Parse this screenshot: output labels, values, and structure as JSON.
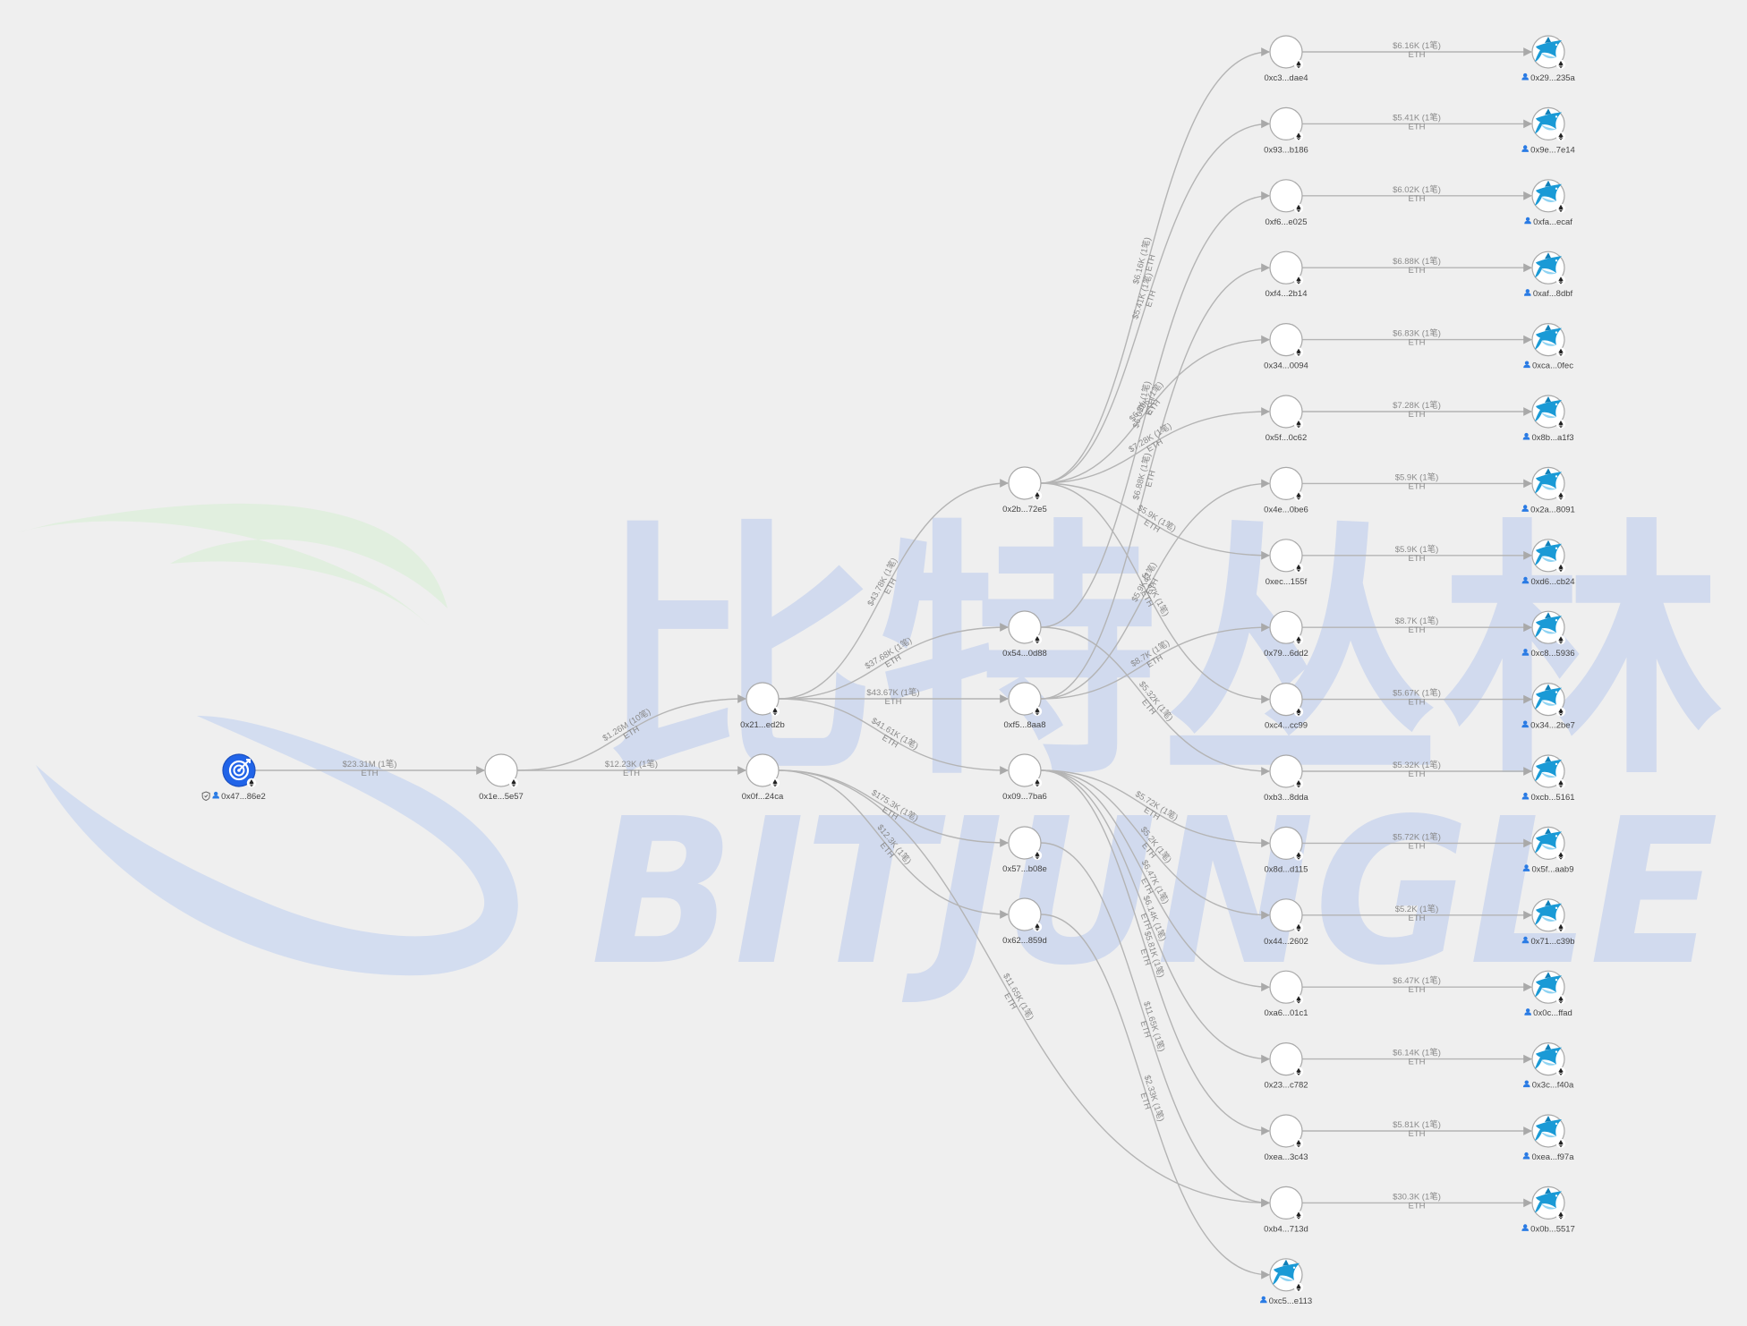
{
  "watermark": {
    "line1": "比特丛林",
    "line2": "BITJUNGLE"
  },
  "colors": {
    "edge": "#b4b4b4",
    "source": "#2164e8",
    "tag": "#2a7be4",
    "shark": "#1a9ad6",
    "watermark": "#c7d3ee"
  },
  "legend_note": "1笔 = 1 transaction",
  "nodes": [
    {
      "id": "src",
      "label": "0x47...86e2",
      "kind": "source",
      "tagged": true,
      "shield": true
    },
    {
      "id": "n1e",
      "label": "0x1e...5e57",
      "kind": "plain"
    },
    {
      "id": "n21",
      "label": "0x21...ed2b",
      "kind": "plain"
    },
    {
      "id": "n0f",
      "label": "0x0f...24ca",
      "kind": "plain"
    },
    {
      "id": "n2b",
      "label": "0x2b...72e5",
      "kind": "plain"
    },
    {
      "id": "n54",
      "label": "0x54...0d88",
      "kind": "plain"
    },
    {
      "id": "nf5",
      "label": "0xf5...8aa8",
      "kind": "plain"
    },
    {
      "id": "n09",
      "label": "0x09...7ba6",
      "kind": "plain"
    },
    {
      "id": "n57",
      "label": "0x57...b08e",
      "kind": "plain"
    },
    {
      "id": "n62",
      "label": "0x62...859d",
      "kind": "plain"
    },
    {
      "id": "c0",
      "label": "0xc3...dae4",
      "kind": "plain"
    },
    {
      "id": "c1",
      "label": "0x93...b186",
      "kind": "plain"
    },
    {
      "id": "c2",
      "label": "0xf6...e025",
      "kind": "plain"
    },
    {
      "id": "c3",
      "label": "0xf4...2b14",
      "kind": "plain"
    },
    {
      "id": "c4",
      "label": "0x34...0094",
      "kind": "plain"
    },
    {
      "id": "c5",
      "label": "0x5f...0c62",
      "kind": "plain"
    },
    {
      "id": "c6",
      "label": "0x4e...0be6",
      "kind": "plain"
    },
    {
      "id": "c7",
      "label": "0xec...155f",
      "kind": "plain"
    },
    {
      "id": "c8",
      "label": "0x79...6dd2",
      "kind": "plain"
    },
    {
      "id": "c9",
      "label": "0xc4...cc99",
      "kind": "plain"
    },
    {
      "id": "c10",
      "label": "0xb3...8dda",
      "kind": "plain"
    },
    {
      "id": "c11",
      "label": "0x8d...d115",
      "kind": "plain"
    },
    {
      "id": "c12",
      "label": "0x44...2602",
      "kind": "plain"
    },
    {
      "id": "c13",
      "label": "0xa6...01c1",
      "kind": "plain"
    },
    {
      "id": "c14",
      "label": "0x23...c782",
      "kind": "plain"
    },
    {
      "id": "c15",
      "label": "0xea...3c43",
      "kind": "plain"
    },
    {
      "id": "c16",
      "label": "0xb4...713d",
      "kind": "plain"
    },
    {
      "id": "c17",
      "label": "0xc5...e113",
      "kind": "exchange",
      "tagged": true
    },
    {
      "id": "d0",
      "label": "0x29...235a",
      "kind": "exchange",
      "tagged": true
    },
    {
      "id": "d1",
      "label": "0x9e...7e14",
      "kind": "exchange",
      "tagged": true
    },
    {
      "id": "d2",
      "label": "0xfa...ecaf",
      "kind": "exchange",
      "tagged": true
    },
    {
      "id": "d3",
      "label": "0xaf...8dbf",
      "kind": "exchange",
      "tagged": true
    },
    {
      "id": "d4",
      "label": "0xca...0fec",
      "kind": "exchange",
      "tagged": true
    },
    {
      "id": "d5",
      "label": "0x8b...a1f3",
      "kind": "exchange",
      "tagged": true
    },
    {
      "id": "d6",
      "label": "0x2a...8091",
      "kind": "exchange",
      "tagged": true
    },
    {
      "id": "d7",
      "label": "0xd6...cb24",
      "kind": "exchange",
      "tagged": true
    },
    {
      "id": "d8",
      "label": "0xc8...5936",
      "kind": "exchange",
      "tagged": true
    },
    {
      "id": "d9",
      "label": "0x34...2be7",
      "kind": "exchange",
      "tagged": true
    },
    {
      "id": "d10",
      "label": "0xcb...5161",
      "kind": "exchange",
      "tagged": true
    },
    {
      "id": "d11",
      "label": "0x5f...aab9",
      "kind": "exchange",
      "tagged": true
    },
    {
      "id": "d12",
      "label": "0x71...c39b",
      "kind": "exchange",
      "tagged": true
    },
    {
      "id": "d13",
      "label": "0x0c...ffad",
      "kind": "exchange",
      "tagged": true
    },
    {
      "id": "d14",
      "label": "0x3c...f40a",
      "kind": "exchange",
      "tagged": true
    },
    {
      "id": "d15",
      "label": "0xea...f97a",
      "kind": "exchange",
      "tagged": true
    },
    {
      "id": "d16",
      "label": "0x0b...5517",
      "kind": "exchange",
      "tagged": true
    }
  ],
  "edges": [
    {
      "from": "src",
      "to": "n1e",
      "amount": "$23.31M (1笔)",
      "token": "ETH"
    },
    {
      "from": "n1e",
      "to": "n21",
      "amount": "$1.26M (10笔)",
      "token": "ETH"
    },
    {
      "from": "n1e",
      "to": "n0f",
      "amount": "$12.23K (1笔)",
      "token": "ETH"
    },
    {
      "from": "n21",
      "to": "n2b",
      "amount": "$43.78K (1笔)",
      "token": "ETH"
    },
    {
      "from": "n21",
      "to": "n54",
      "amount": "$37.68K (1笔)",
      "token": "ETH"
    },
    {
      "from": "n21",
      "to": "nf5",
      "amount": "$43.67K (1笔)",
      "token": "ETH"
    },
    {
      "from": "n21",
      "to": "n09",
      "amount": "$41.61K (1笔)",
      "token": "ETH"
    },
    {
      "from": "n0f",
      "to": "n57",
      "amount": "$175.3K (1笔)",
      "token": "ETH"
    },
    {
      "from": "n0f",
      "to": "n62",
      "amount": "$12.3K (1笔)",
      "token": "ETH"
    },
    {
      "from": "n0f",
      "to": "c16",
      "amount": "$11.65K (1笔)",
      "token": "ETH"
    },
    {
      "from": "n2b",
      "to": "c0",
      "amount": "$6.16K (1笔)",
      "token": "ETH"
    },
    {
      "from": "n2b",
      "to": "c1",
      "amount": "$5.41K (1笔)",
      "token": "ETH"
    },
    {
      "from": "n2b",
      "to": "c4",
      "amount": "$6.83K (1笔)",
      "token": "ETH"
    },
    {
      "from": "n2b",
      "to": "c5",
      "amount": "$7.28K (1笔)",
      "token": "ETH"
    },
    {
      "from": "n2b",
      "to": "c7",
      "amount": "$5.9K (1笔)",
      "token": "ETH"
    },
    {
      "from": "n2b",
      "to": "c9",
      "amount": "$5.67K (1笔)",
      "token": "ETH"
    },
    {
      "from": "n54",
      "to": "c2",
      "amount": "$6.02K (1笔)",
      "token": "ETH"
    },
    {
      "from": "n54",
      "to": "c10",
      "amount": "$5.32K (1笔)",
      "token": "ETH"
    },
    {
      "from": "nf5",
      "to": "c3",
      "amount": "$6.88K (1笔)",
      "token": "ETH"
    },
    {
      "from": "nf5",
      "to": "c6",
      "amount": "$5.9K (1笔)",
      "token": "ETH"
    },
    {
      "from": "nf5",
      "to": "c8",
      "amount": "$8.7K (1笔)",
      "token": "ETH"
    },
    {
      "from": "n09",
      "to": "c11",
      "amount": "$5.72K (1笔)",
      "token": "ETH"
    },
    {
      "from": "n09",
      "to": "c12",
      "amount": "$5.2K (1笔)",
      "token": "ETH"
    },
    {
      "from": "n09",
      "to": "c13",
      "amount": "$6.47K (1笔)",
      "token": "ETH"
    },
    {
      "from": "n09",
      "to": "c14",
      "amount": "$6.14K (1笔)",
      "token": "ETH"
    },
    {
      "from": "n09",
      "to": "c15",
      "amount": "$5.81K (1笔)",
      "token": "ETH"
    },
    {
      "from": "n57",
      "to": "c16",
      "amount": "$11.65K (1笔)",
      "token": "ETH"
    },
    {
      "from": "n62",
      "to": "c17",
      "amount": "$2.33K (1笔)",
      "token": "ETH"
    },
    {
      "from": "c0",
      "to": "d0",
      "amount": "$6.16K (1笔)",
      "token": "ETH"
    },
    {
      "from": "c1",
      "to": "d1",
      "amount": "$5.41K (1笔)",
      "token": "ETH"
    },
    {
      "from": "c2",
      "to": "d2",
      "amount": "$6.02K (1笔)",
      "token": "ETH"
    },
    {
      "from": "c3",
      "to": "d3",
      "amount": "$6.88K (1笔)",
      "token": "ETH"
    },
    {
      "from": "c4",
      "to": "d4",
      "amount": "$6.83K (1笔)",
      "token": "ETH"
    },
    {
      "from": "c5",
      "to": "d5",
      "amount": "$7.28K (1笔)",
      "token": "ETH"
    },
    {
      "from": "c6",
      "to": "d6",
      "amount": "$5.9K (1笔)",
      "token": "ETH"
    },
    {
      "from": "c7",
      "to": "d7",
      "amount": "$5.9K (1笔)",
      "token": "ETH"
    },
    {
      "from": "c8",
      "to": "d8",
      "amount": "$8.7K (1笔)",
      "token": "ETH"
    },
    {
      "from": "c9",
      "to": "d9",
      "amount": "$5.67K (1笔)",
      "token": "ETH"
    },
    {
      "from": "c10",
      "to": "d10",
      "amount": "$5.32K (1笔)",
      "token": "ETH"
    },
    {
      "from": "c11",
      "to": "d11",
      "amount": "$5.72K (1笔)",
      "token": "ETH"
    },
    {
      "from": "c12",
      "to": "d12",
      "amount": "$5.2K (1笔)",
      "token": "ETH"
    },
    {
      "from": "c13",
      "to": "d13",
      "amount": "$6.47K (1笔)",
      "token": "ETH"
    },
    {
      "from": "c14",
      "to": "d14",
      "amount": "$6.14K (1笔)",
      "token": "ETH"
    },
    {
      "from": "c15",
      "to": "d15",
      "amount": "$5.81K (1笔)",
      "token": "ETH"
    },
    {
      "from": "c16",
      "to": "d16",
      "amount": "$30.3K (1笔)",
      "token": "ETH"
    }
  ]
}
